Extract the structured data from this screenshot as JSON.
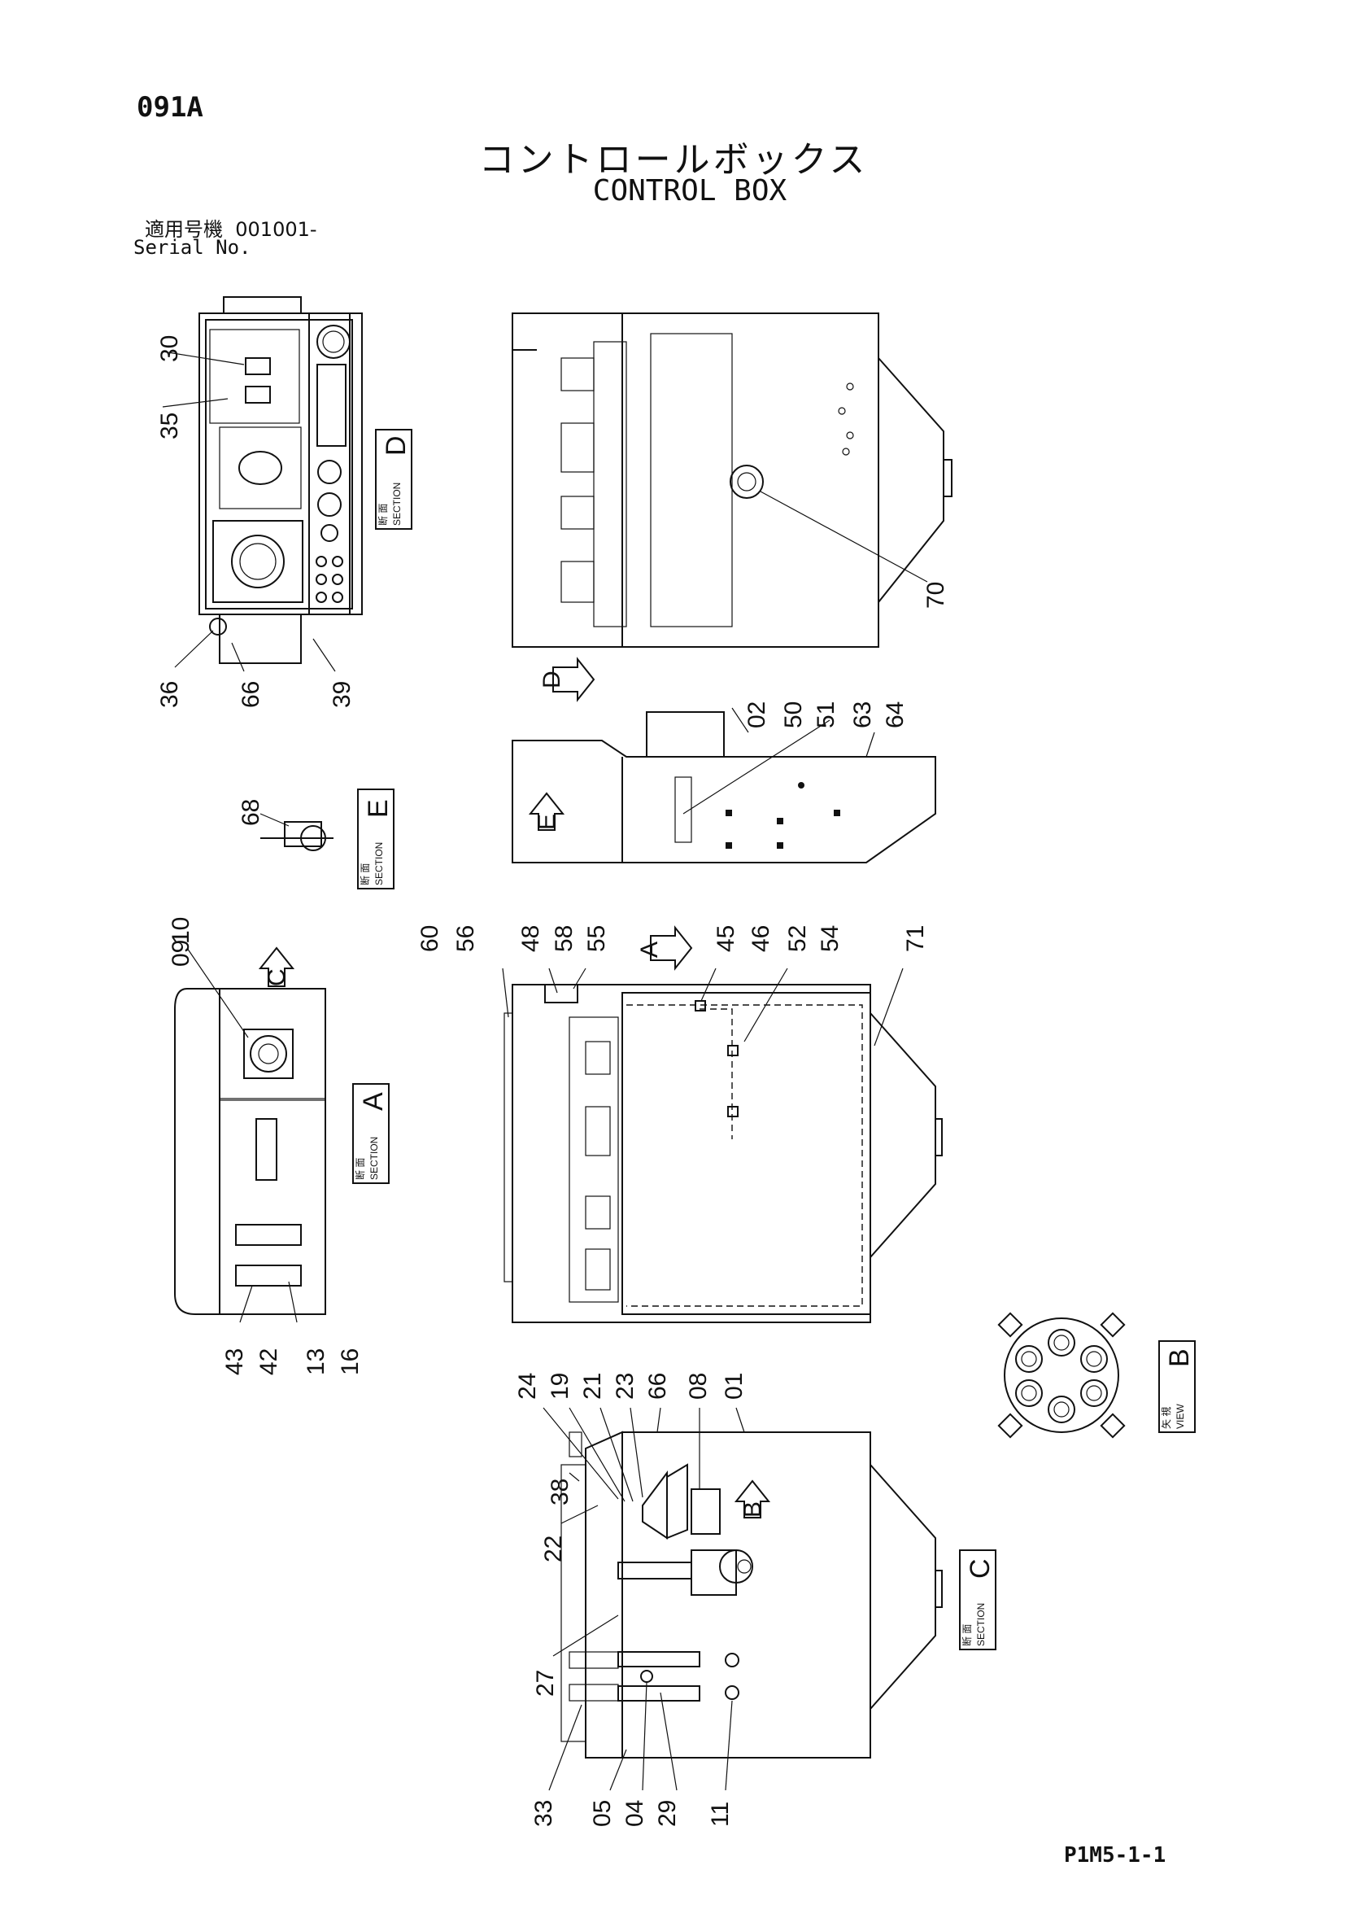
{
  "page_code": "091A",
  "title_jp": "コントロールボックス",
  "title_en": "CONTROL BOX",
  "serial_label_jp": "適用号機",
  "serial_value": "001001-",
  "serial_label_en": "Serial No.",
  "footer_code": "P1M5-1-1",
  "section_word": "SECTION",
  "section_jp": "断 面",
  "view_word": "VIEW",
  "view_jp": "矢 視",
  "views": {
    "D": "D",
    "E": "E",
    "A": "A",
    "B": "B",
    "C": "C"
  },
  "part_numbers": {
    "top_left": [
      "30",
      "35",
      "36",
      "66",
      "39"
    ],
    "top_right": [
      "70"
    ],
    "middle_upper": [
      "02",
      "50",
      "51",
      "63",
      "64"
    ],
    "section_e": [
      "68"
    ],
    "section_a": [
      "10",
      "09",
      "43",
      "42",
      "13",
      "16"
    ],
    "middle_main": [
      "60",
      "56",
      "48",
      "58",
      "55",
      "45",
      "46",
      "52",
      "54",
      "71"
    ],
    "section_c": [
      "24",
      "19",
      "21",
      "23",
      "66",
      "08",
      "01",
      "38",
      "22",
      "27",
      "33",
      "05",
      "04",
      "29",
      "11"
    ]
  }
}
